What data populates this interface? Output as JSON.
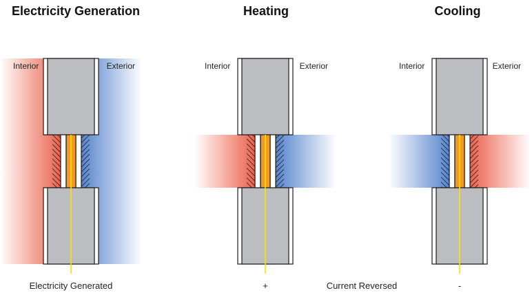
{
  "panels": [
    {
      "title": "Electricity Generation",
      "left_label": "Interior",
      "right_label": "Exterior",
      "caption": "Electricity Generated",
      "left_temp": "hot",
      "right_temp": "cold",
      "gradient_extent": "full-height"
    },
    {
      "title": "Heating",
      "left_label": "Interior",
      "right_label": "Exterior",
      "caption": "+",
      "left_temp": "hot",
      "right_temp": "cold",
      "gradient_extent": "module-band"
    },
    {
      "title": "Cooling",
      "left_label": "Interior",
      "right_label": "Exterior",
      "caption": "-",
      "left_temp": "cold",
      "right_temp": "hot",
      "gradient_extent": "module-band"
    }
  ],
  "center_caption": "Current Reversed",
  "colors": {
    "hot": "#e8472f",
    "cold": "#3a6fc4",
    "wall": "#bcbdc0",
    "core": "#f29a26",
    "wire": "#ffe000",
    "outline": "#1a1a1a"
  }
}
